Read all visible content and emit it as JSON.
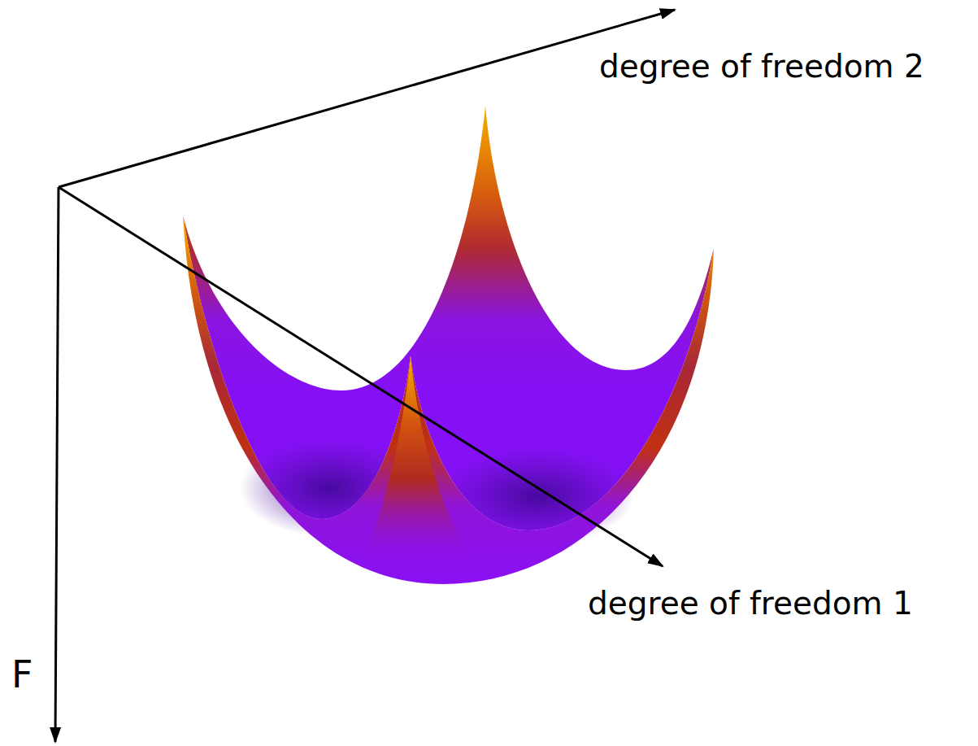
{
  "diagram": {
    "labels": [
      "degree of freedom 2",
      "degree of freedom 1",
      "F"
    ]
  }
}
